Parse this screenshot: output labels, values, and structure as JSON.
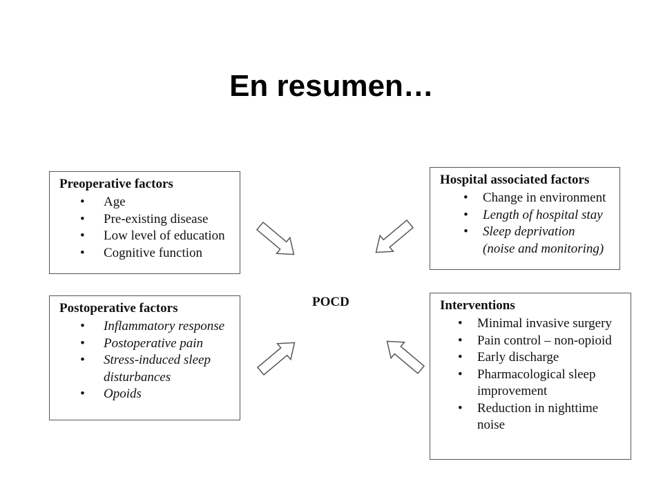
{
  "title": "En resumen…",
  "center": "POCD",
  "boxes": {
    "preoperative": {
      "heading": "Preoperative factors",
      "items": [
        "Age",
        "Pre-existing disease",
        "Low level of education",
        "Cognitive function"
      ]
    },
    "hospital": {
      "heading": "Hospital associated factors",
      "items": [
        "Change in environment",
        "Length of hospital stay",
        "Sleep deprivation",
        "(noise and monitoring)"
      ]
    },
    "postoperative": {
      "heading": "Postoperative factors",
      "items": [
        "Inflammatory response",
        "Postoperative pain",
        "Stress-induced sleep",
        "disturbances",
        "Opoids"
      ]
    },
    "interventions": {
      "heading": "Interventions",
      "items": [
        "Minimal invasive surgery",
        "Pain control – non-opioid",
        "Early discharge",
        "Pharmacological sleep",
        "improvement",
        "Reduction in nighttime",
        "noise"
      ]
    }
  }
}
